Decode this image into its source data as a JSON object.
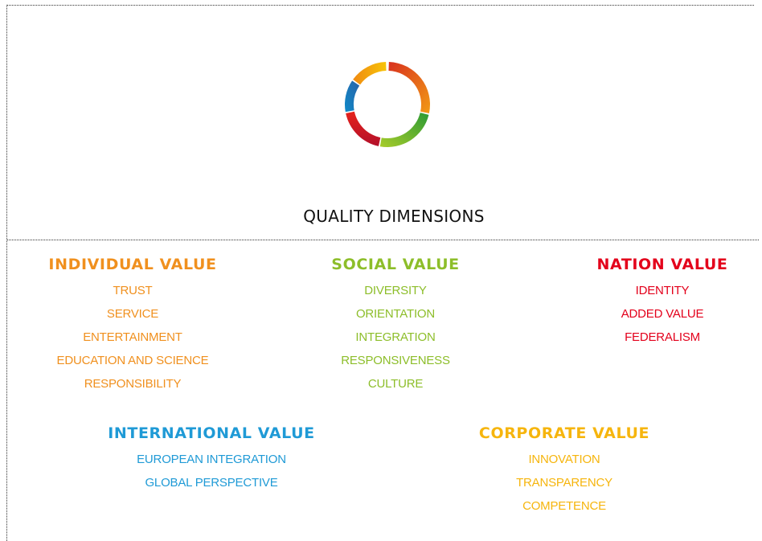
{
  "title": "QUALITY DIMENSIONS",
  "colors": {
    "individual": "#f0901e",
    "social": "#8dbe2a",
    "nation": "#e3001b",
    "international": "#1f9ad6",
    "corporate": "#f6b50d",
    "ring_orange_red": "#e8571c",
    "ring_green": "#4fa92e"
  },
  "ring": {
    "icon": "quality-ring-icon",
    "segments": [
      "orange-red",
      "green",
      "red",
      "blue",
      "orange-yellow"
    ]
  },
  "groups": {
    "individual": {
      "heading": "INDIVIDUAL VALUE",
      "items": [
        "TRUST",
        "SERVICE",
        "ENTERTAINMENT",
        "EDUCATION AND SCIENCE",
        "RESPONSIBILITY"
      ]
    },
    "social": {
      "heading": "SOCIAL VALUE",
      "items": [
        "DIVERSITY",
        "ORIENTATION",
        "INTEGRATION",
        "RESPONSIVENESS",
        "CULTURE"
      ]
    },
    "nation": {
      "heading": "NATION VALUE",
      "items": [
        "IDENTITY",
        "ADDED VALUE",
        "FEDERALISM"
      ]
    },
    "international": {
      "heading": "INTERNATIONAL VALUE",
      "items": [
        "EUROPEAN INTEGRATION",
        "GLOBAL PERSPECTIVE"
      ]
    },
    "corporate": {
      "heading": "CORPORATE VALUE",
      "items": [
        "INNOVATION",
        "TRANSPARENCY",
        "COMPETENCE"
      ]
    }
  }
}
